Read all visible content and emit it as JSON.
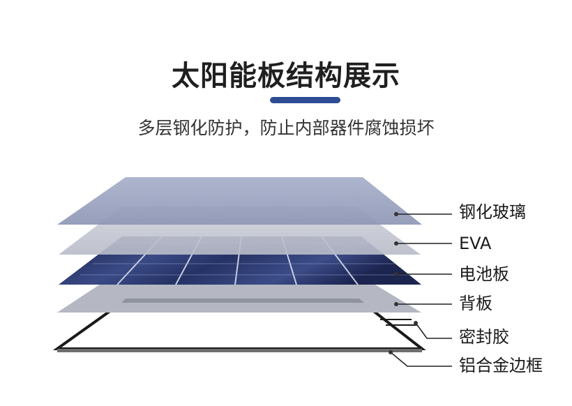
{
  "header": {
    "title": "太阳能板结构展示",
    "subtitle": "多层钢化防护，防止内部器件腐蚀损坏"
  },
  "layers": [
    {
      "id": "glass",
      "label": "钢化玻璃"
    },
    {
      "id": "eva",
      "label": "EVA"
    },
    {
      "id": "cell",
      "label": "电池板"
    },
    {
      "id": "backsheet",
      "label": "背板"
    },
    {
      "id": "sealant",
      "label": "密封胶"
    },
    {
      "id": "frame",
      "label": "铝合金边框"
    }
  ],
  "colors": {
    "accent": "#2c4d94",
    "glass": "#9aa3c0",
    "eva": "#c3c6d2",
    "cell": "#2a3566",
    "backsheet": "#b5b8c2",
    "frame": "#1a1a1a",
    "leader": "#222222"
  },
  "icons": {
    "leader_dot": "leader-dot-icon"
  }
}
